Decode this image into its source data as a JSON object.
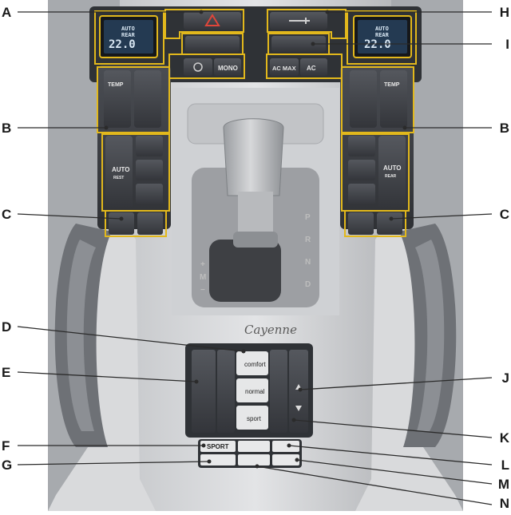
{
  "callouts": {
    "left": [
      "A",
      "B",
      "C",
      "D",
      "E",
      "F",
      "G"
    ],
    "right": [
      "H",
      "I",
      "B",
      "C",
      "J",
      "K",
      "L",
      "M",
      "N"
    ]
  },
  "climate": {
    "auto_label": "AUTO",
    "rear_label": "REAR",
    "temperature": "22.0",
    "temp_button": "TEMP",
    "auto_rest_label": "AUTO",
    "rest_label": "REST"
  },
  "center_buttons": {
    "mono": "MONO",
    "ac_max": "AC MAX",
    "ac": "AC"
  },
  "brand_script": "Cayenne",
  "gear_letters": [
    "P",
    "R",
    "N",
    "D"
  ],
  "manual_letters": [
    "M",
    "+",
    "−"
  ],
  "chassis": {
    "comfort": "comfort",
    "normal": "normal",
    "sport": "sport",
    "sport_button": "SPORT"
  },
  "colors": {
    "highlight": "#e2b81c",
    "panel": "#3d4046",
    "trim": "#b9bcc0",
    "callout_line": "#2b2b2b"
  }
}
